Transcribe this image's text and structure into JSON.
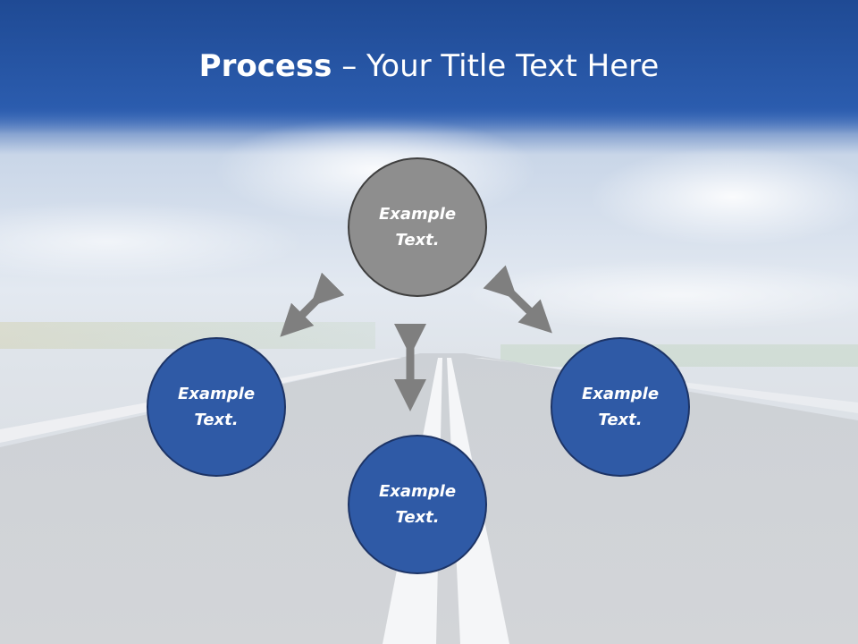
{
  "title": {
    "bold": "Process",
    "dash": "–",
    "rest": "Your Title Text Here"
  },
  "nodes": [
    {
      "id": "top",
      "label": "Example Text."
    },
    {
      "id": "left",
      "label": "Example Text."
    },
    {
      "id": "bottom",
      "label": "Example Text."
    },
    {
      "id": "right",
      "label": "Example Text."
    }
  ],
  "colors": {
    "header_blue": "#2a5aa8",
    "node_blue": "#2f5aa6",
    "node_gray": "#8e8e8e",
    "arrow_gray": "#7f7f7f"
  }
}
